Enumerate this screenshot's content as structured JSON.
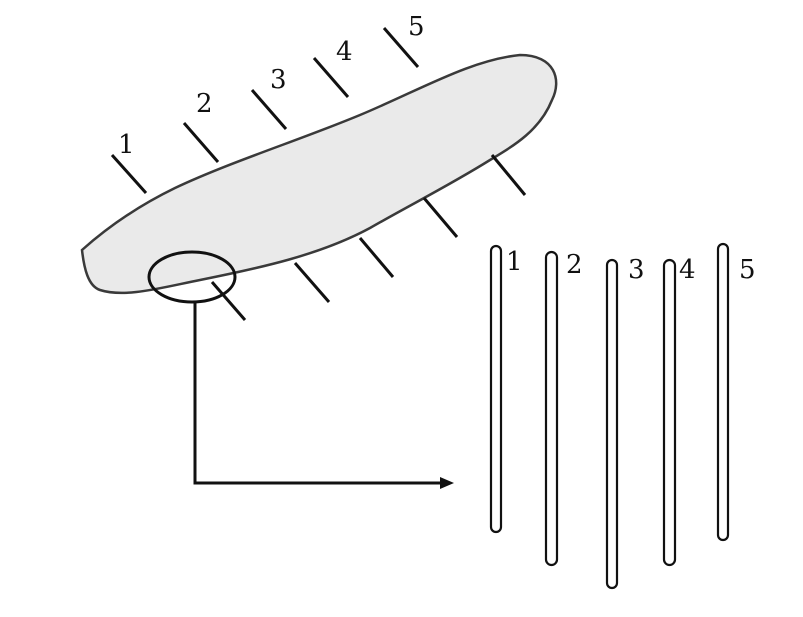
{
  "top_labels": [
    "1",
    "2",
    "3",
    "4",
    "5"
  ],
  "slice_labels": [
    "1",
    "2",
    "3",
    "4",
    "5"
  ],
  "colors": {
    "object_fill": "#eaeaea",
    "object_outline": "#3a3a3a",
    "ink": "#111111",
    "background": "#ffffff"
  }
}
